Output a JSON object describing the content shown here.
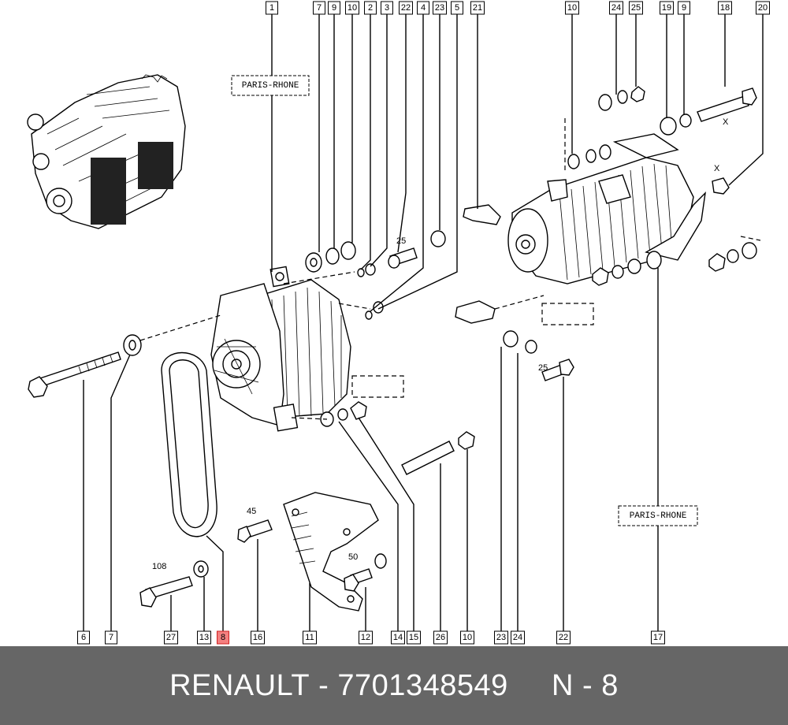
{
  "diagram": {
    "top_callouts": [
      "1",
      "7",
      "9",
      "10",
      "2",
      "3",
      "22",
      "4",
      "23",
      "5",
      "21",
      "10",
      "24",
      "25",
      "19",
      "9",
      "18",
      "20"
    ],
    "bottom_callouts": [
      "6",
      "7",
      "27",
      "13",
      "8",
      "16",
      "11",
      "12",
      "14",
      "15",
      "26",
      "10",
      "23",
      "24",
      "22",
      "17"
    ],
    "highlighted": "8",
    "brand_labels": [
      "PARIS-RHONE",
      "PARIS-RHONE"
    ],
    "dimensions": [
      "25",
      "25",
      "45",
      "50",
      "108",
      "X",
      "X"
    ]
  },
  "footer": {
    "brand": "RENAULT",
    "separator1": " - ",
    "part_number": "7701348549",
    "gap": "     ",
    "position_prefix": "N",
    "separator2": " - ",
    "position_number": "8"
  },
  "colors": {
    "footer_bg": "#666666",
    "footer_text": "#ffffff",
    "highlight_fill": "#f48080",
    "highlight_border": "#d02020"
  }
}
